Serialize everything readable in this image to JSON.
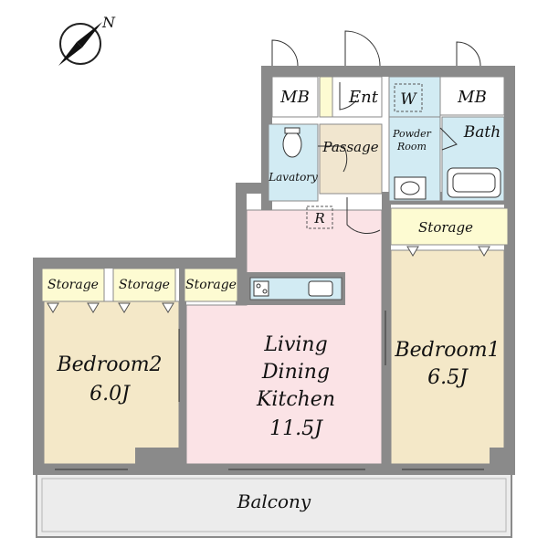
{
  "compass": {
    "north_label": "N"
  },
  "rooms": {
    "mb_left": "MB",
    "ent": "Ent",
    "w": "W",
    "mb_right": "MB",
    "passage": "Passage",
    "powder_room_line1": "Powder",
    "powder_room_line2": "Room",
    "bath": "Bath",
    "lavatory": "Lavatory",
    "r": "R",
    "storage_right": "Storage",
    "storage_b2_a": "Storage",
    "storage_b2_b": "Storage",
    "storage_ldk": "Storage",
    "ldk_line1": "Living",
    "ldk_line2": "Dining",
    "ldk_line3": "Kitchen",
    "ldk_size": "11.5J",
    "bedroom2_name": "Bedroom2",
    "bedroom2_size": "6.0J",
    "bedroom1_name": "Bedroom1",
    "bedroom1_size": "6.5J",
    "balcony": "Balcony"
  },
  "colors": {
    "wall": "#8a8a8a",
    "ldk_floor": "#fbe3e6",
    "bedroom_floor": "#f4e8c8",
    "storage_floor": "#fdfbd2",
    "passage_floor": "#f1e6cf",
    "wet_area": "#d2ebf3",
    "balcony_floor": "#ececec"
  }
}
